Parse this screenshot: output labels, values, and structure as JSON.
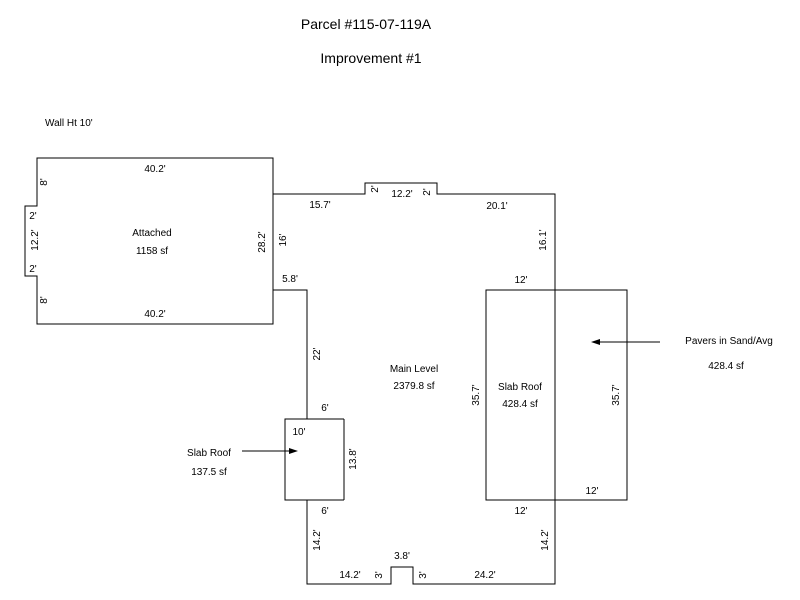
{
  "title": "Parcel #115-07-119A",
  "subtitle": "Improvement #1",
  "wall_height": "Wall Ht 10'",
  "areas": {
    "attached": {
      "name": "Attached",
      "area": "1158 sf"
    },
    "main": {
      "name": "Main Level",
      "area": "2379.8 sf"
    },
    "slab_large": {
      "name": "Slab Roof",
      "area": "428.4 sf"
    },
    "slab_small": {
      "name": "Slab Roof",
      "area": "137.5 sf"
    },
    "pavers": {
      "name": "Pavers in Sand/Avg",
      "area": "428.4 sf"
    }
  },
  "dims": {
    "att_top": "40.2'",
    "att_bottom": "40.2'",
    "att_right": "28.2'",
    "att_left_mid": "12.2'",
    "att_jog_top": "2'",
    "att_jog_bottom": "2'",
    "att_left_top": "8'",
    "att_left_bottom": "8'",
    "main_top_left": "15.7'",
    "main_bump_width": "12.2'",
    "main_bump_left": "2'",
    "main_bump_right": "2'",
    "main_top_right": "20.1'",
    "main_left_upper": "16'",
    "main_notch": "5.8'",
    "main_left_mid": "22'",
    "main_right_upper": "16.1'",
    "slab_s_top": "6'",
    "slab_s_inner": "10'",
    "slab_s_side": "13.8'",
    "slab_s_bottom": "6'",
    "main_left_lower": "14.2'",
    "main_bottom_left": "14.2'",
    "main_bottom_notch_w": "3.8'",
    "main_bottom_notch_l": "3'",
    "main_bottom_notch_r": "3'",
    "main_bottom_right": "24.2'",
    "main_right_lower": "14.2'",
    "slab_l_top": "12'",
    "slab_l_left": "35.7'",
    "slab_l_bottom": "12'",
    "pavers_right": "35.7'",
    "pavers_bottom": "12'"
  }
}
